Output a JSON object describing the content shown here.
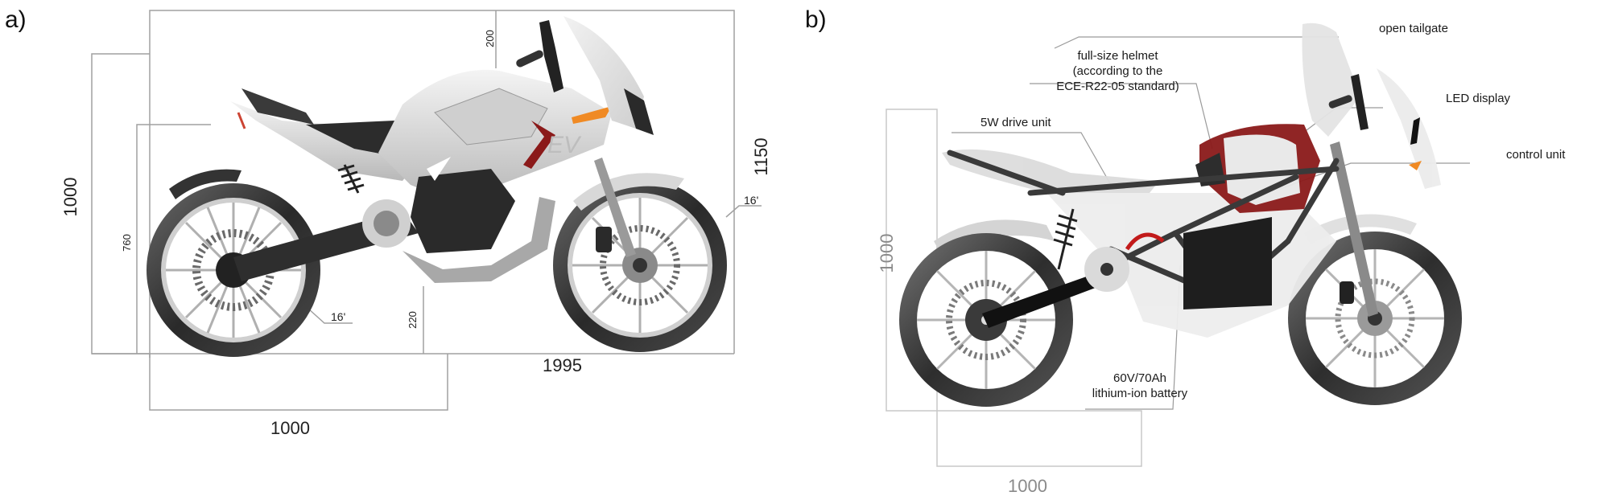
{
  "panel_a": {
    "label": "a)",
    "dimensions": {
      "overall_height_left": "1000",
      "seat_height": "760",
      "handlebar_above_frame": "200",
      "ground_clearance": "220",
      "overall_height_right": "1150",
      "front_wheel_size": "16'",
      "rear_wheel_size": "16'",
      "overall_length": "1995",
      "bottom_width": "1000"
    },
    "body_badge": "EV"
  },
  "panel_b": {
    "label": "b)",
    "dimensions": {
      "height": "1000",
      "width": "1000"
    },
    "callouts": {
      "helmet_line1": "full-size helmet",
      "helmet_line2": "(according to the",
      "helmet_line3": "ECE-R22-05 standard)",
      "drive_unit": "5W drive unit",
      "tailgate": "open tailgate",
      "led_display": "LED display",
      "control_unit": "control unit",
      "battery_line1": "60V/70Ah",
      "battery_line2": "lithium-ion battery"
    }
  },
  "colors": {
    "dimension_line": "#9a9a9a",
    "dimension_line_light": "#c8c8c8",
    "body_light": "#e6e6e6",
    "body_dark": "#3a3a3a",
    "accent_red": "#8b1a1a",
    "accent_orange": "#f08a24",
    "text": "#1a1a1a"
  }
}
